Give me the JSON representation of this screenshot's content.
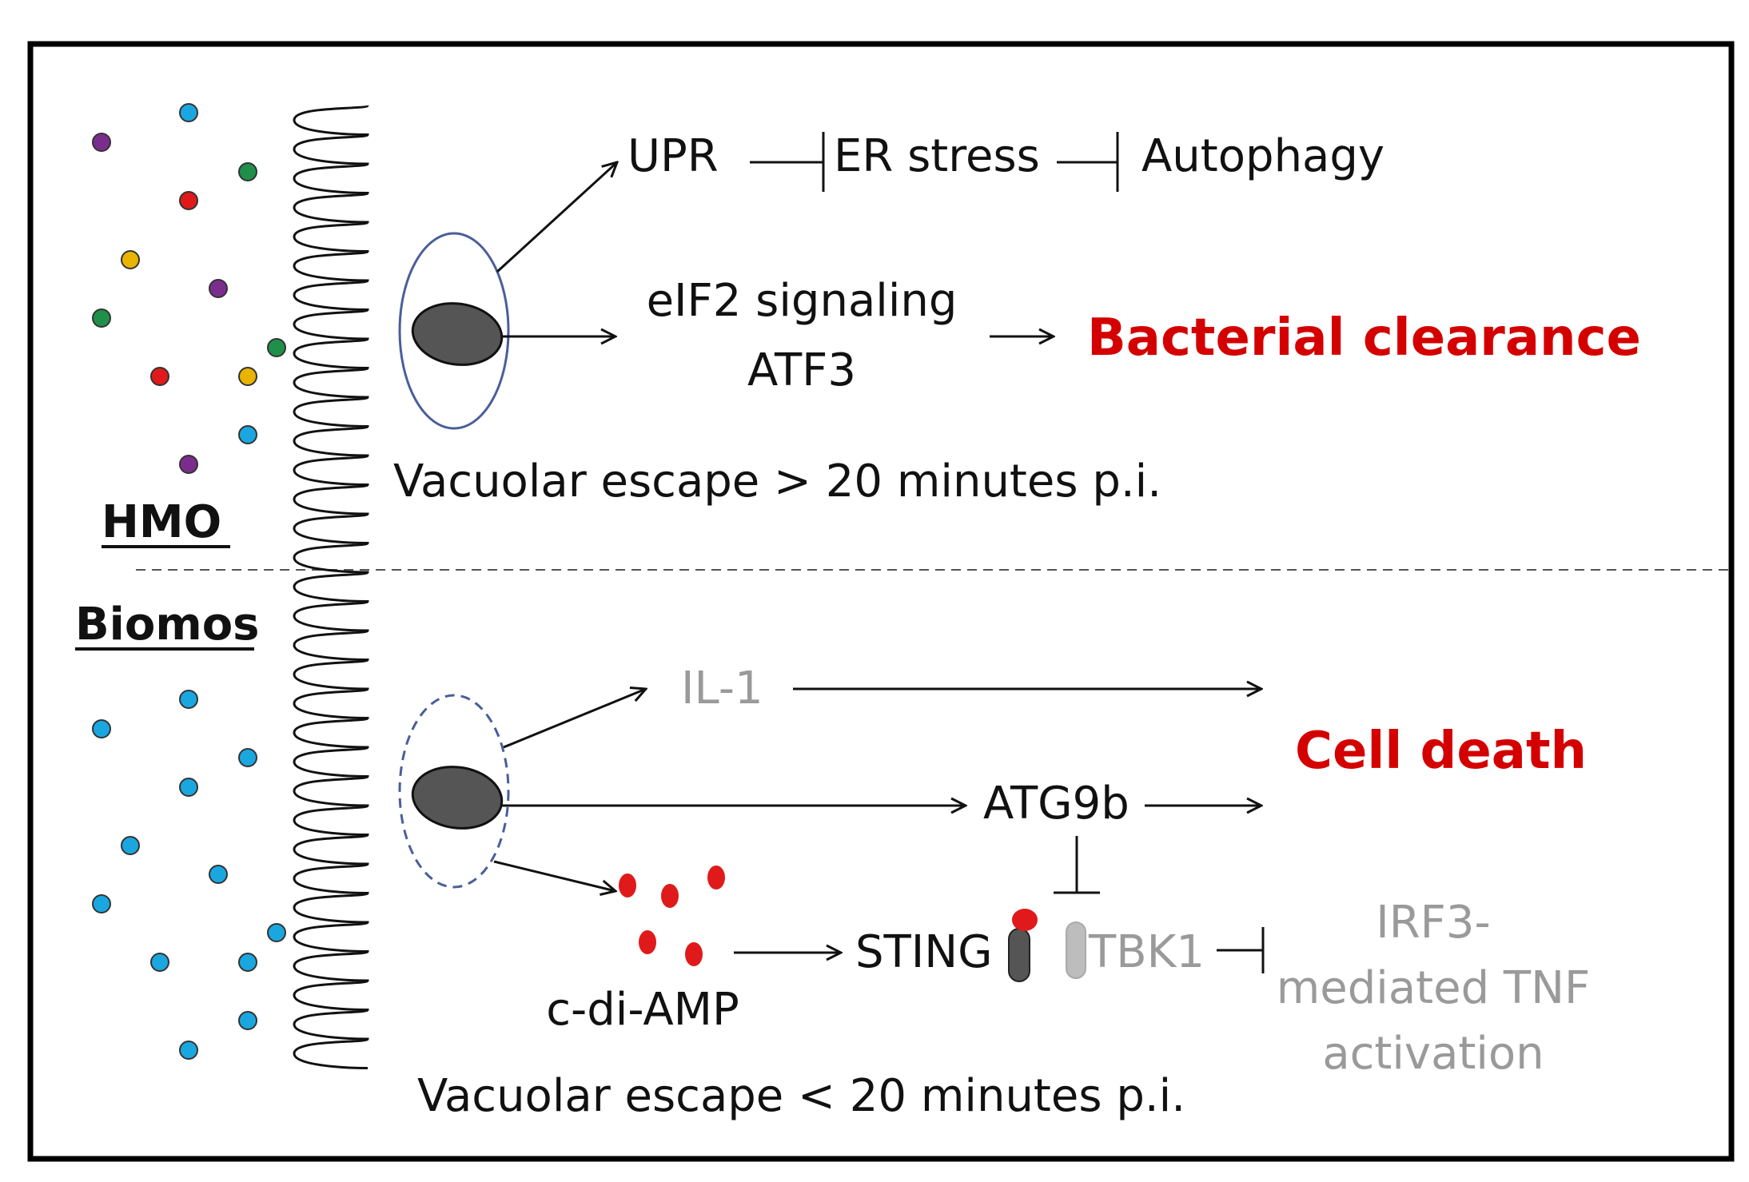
{
  "hmo": {
    "label": "HMO",
    "upr": "UPR",
    "er_stress": "ER stress",
    "autophagy": "Autophagy",
    "eif2_line1": "eIF2 signaling",
    "eif2_line2": "ATF3",
    "outcome": "Bacterial clearance",
    "escape": "Vacuolar escape > 20 minutes p.i.",
    "dot_colors": [
      "#7b2d8e",
      "#1aa7e0",
      "#1f8f4a",
      "#e01a1a",
      "#e8b400"
    ]
  },
  "biomos": {
    "label": "Biomos",
    "il1": "IL-1",
    "atg9b": "ATG9b",
    "outcome": "Cell death",
    "sting": "STING",
    "tbk1": "TBK1",
    "cdiamp": "c-di-AMP",
    "irf3_line1": "IRF3-",
    "irf3_line2": "mediated TNF",
    "irf3_line3": "activation",
    "escape": "Vacuolar escape < 20 minutes p.i.",
    "dot_color": "#1aa7e0",
    "cdiamp_color": "#e01a1a"
  },
  "colors": {
    "outcome_red": "#d40000",
    "inactive_grey": "#9a9a9a"
  }
}
